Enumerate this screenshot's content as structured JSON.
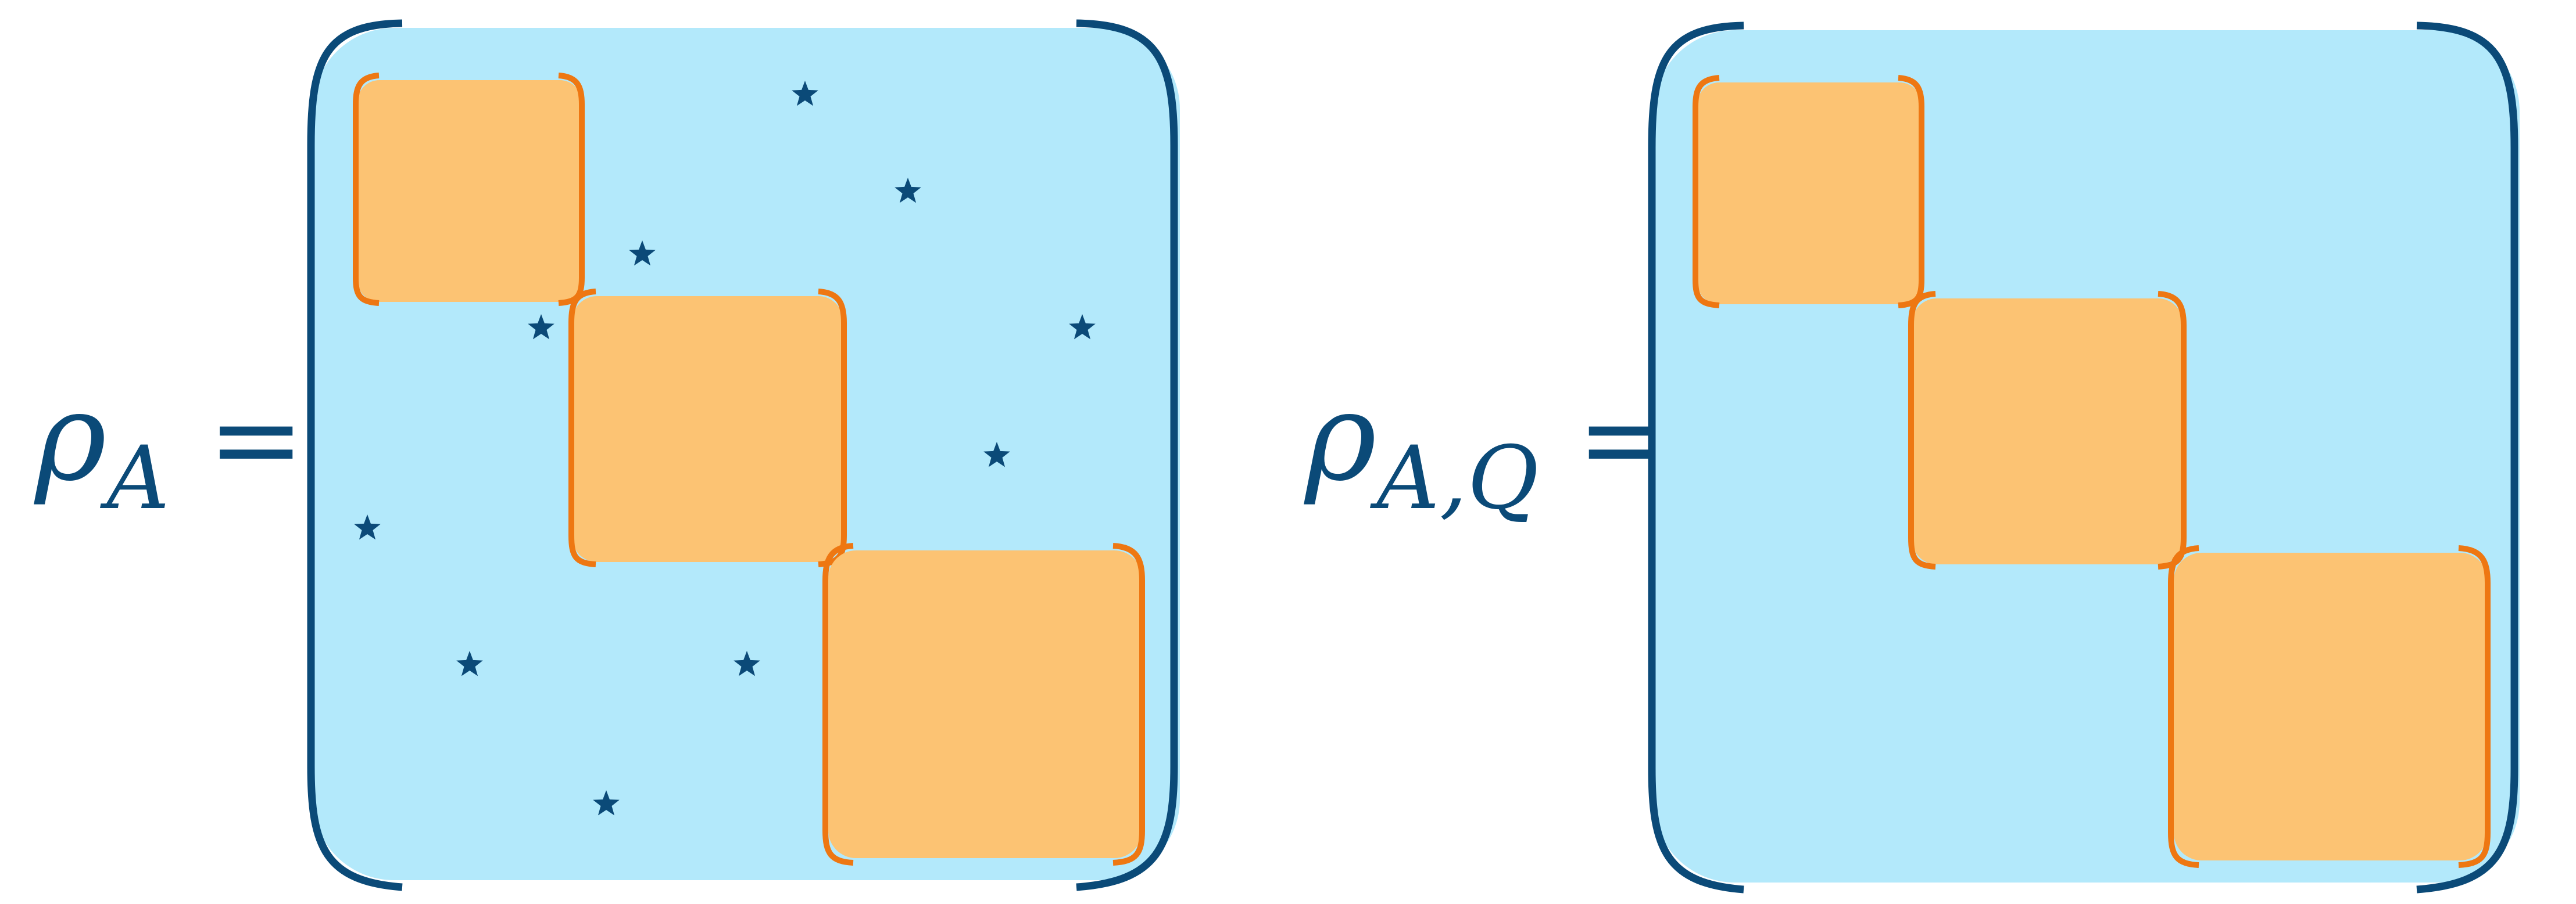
{
  "colors": {
    "matrix_fill": "#b3e9fb",
    "bracket": "#0b4a78",
    "block_fill": "#fcc373",
    "block_bracket": "#ee7712",
    "star": "#0b4a78",
    "text": "#0b4a78"
  },
  "left": {
    "symbol": "ρ",
    "subscript": "A",
    "equals": "=",
    "blocks": 3,
    "off_diagonal_marker": "★",
    "marker_count": 10
  },
  "right": {
    "symbol": "ρ",
    "subscript": "A,Q",
    "equals": "=",
    "blocks": 3,
    "marker_count": 0
  }
}
